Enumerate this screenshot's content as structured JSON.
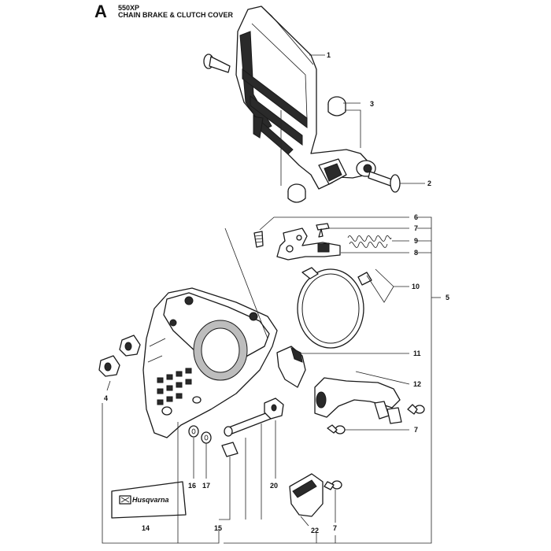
{
  "header": {
    "letter": "A",
    "model": "550XP",
    "title": "CHAIN BRAKE & CLUTCH COVER"
  },
  "callouts": {
    "p1": "1",
    "p2": "2",
    "p3": "3",
    "p4": "4",
    "p5": "5",
    "p6": "6",
    "p7a": "7",
    "p7b": "7",
    "p7c": "7",
    "p8": "8",
    "p9": "9",
    "p10": "10",
    "p11": "11",
    "p12": "12",
    "p14": "14",
    "p15": "15",
    "p16": "16",
    "p17": "17",
    "p20": "20",
    "p22": "22"
  },
  "decal": {
    "brand": "Husqvarna"
  }
}
